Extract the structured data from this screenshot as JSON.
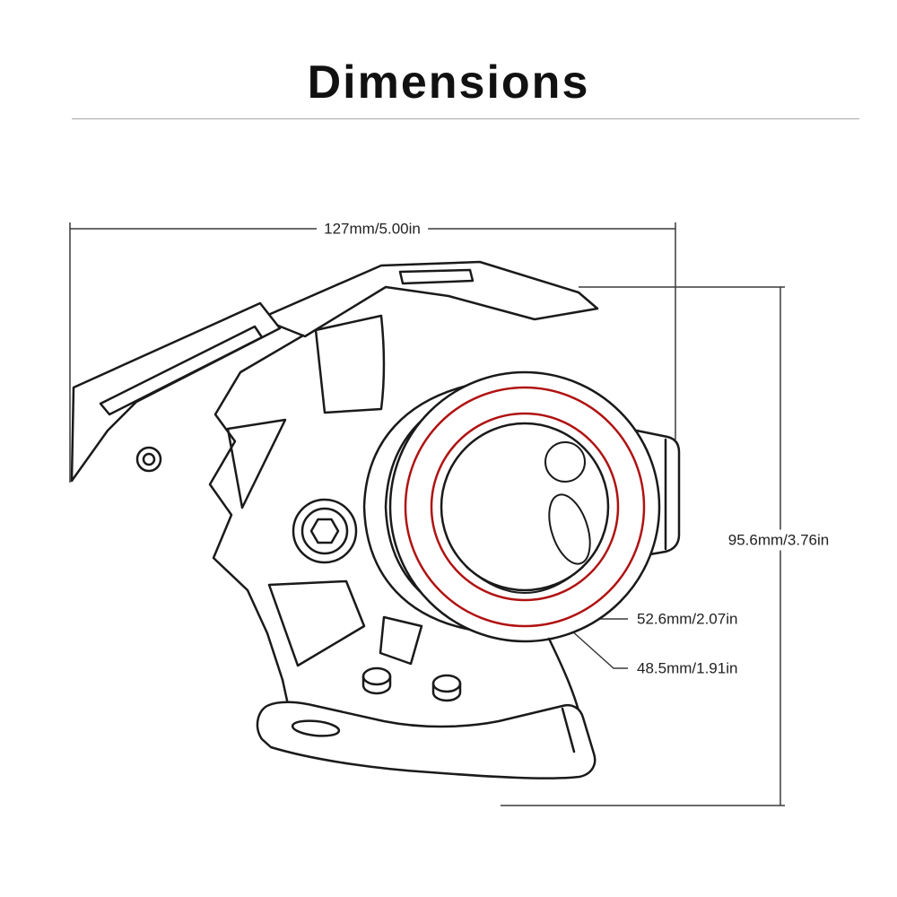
{
  "title": "Dimensions",
  "drawing": {
    "subject": "motorcycle-led-spotlight-dimension-diagram",
    "colors": {
      "line": "#1a1a1a",
      "accent_red": "#b01212",
      "dimension_line": "#3a3a3a"
    }
  },
  "dimensions": {
    "width": "127mm/5.00in",
    "height": "95.6mm/3.76in",
    "lens_outer_diameter": "52.6mm/2.07in",
    "lens_inner_diameter": "48.5mm/1.91in"
  }
}
